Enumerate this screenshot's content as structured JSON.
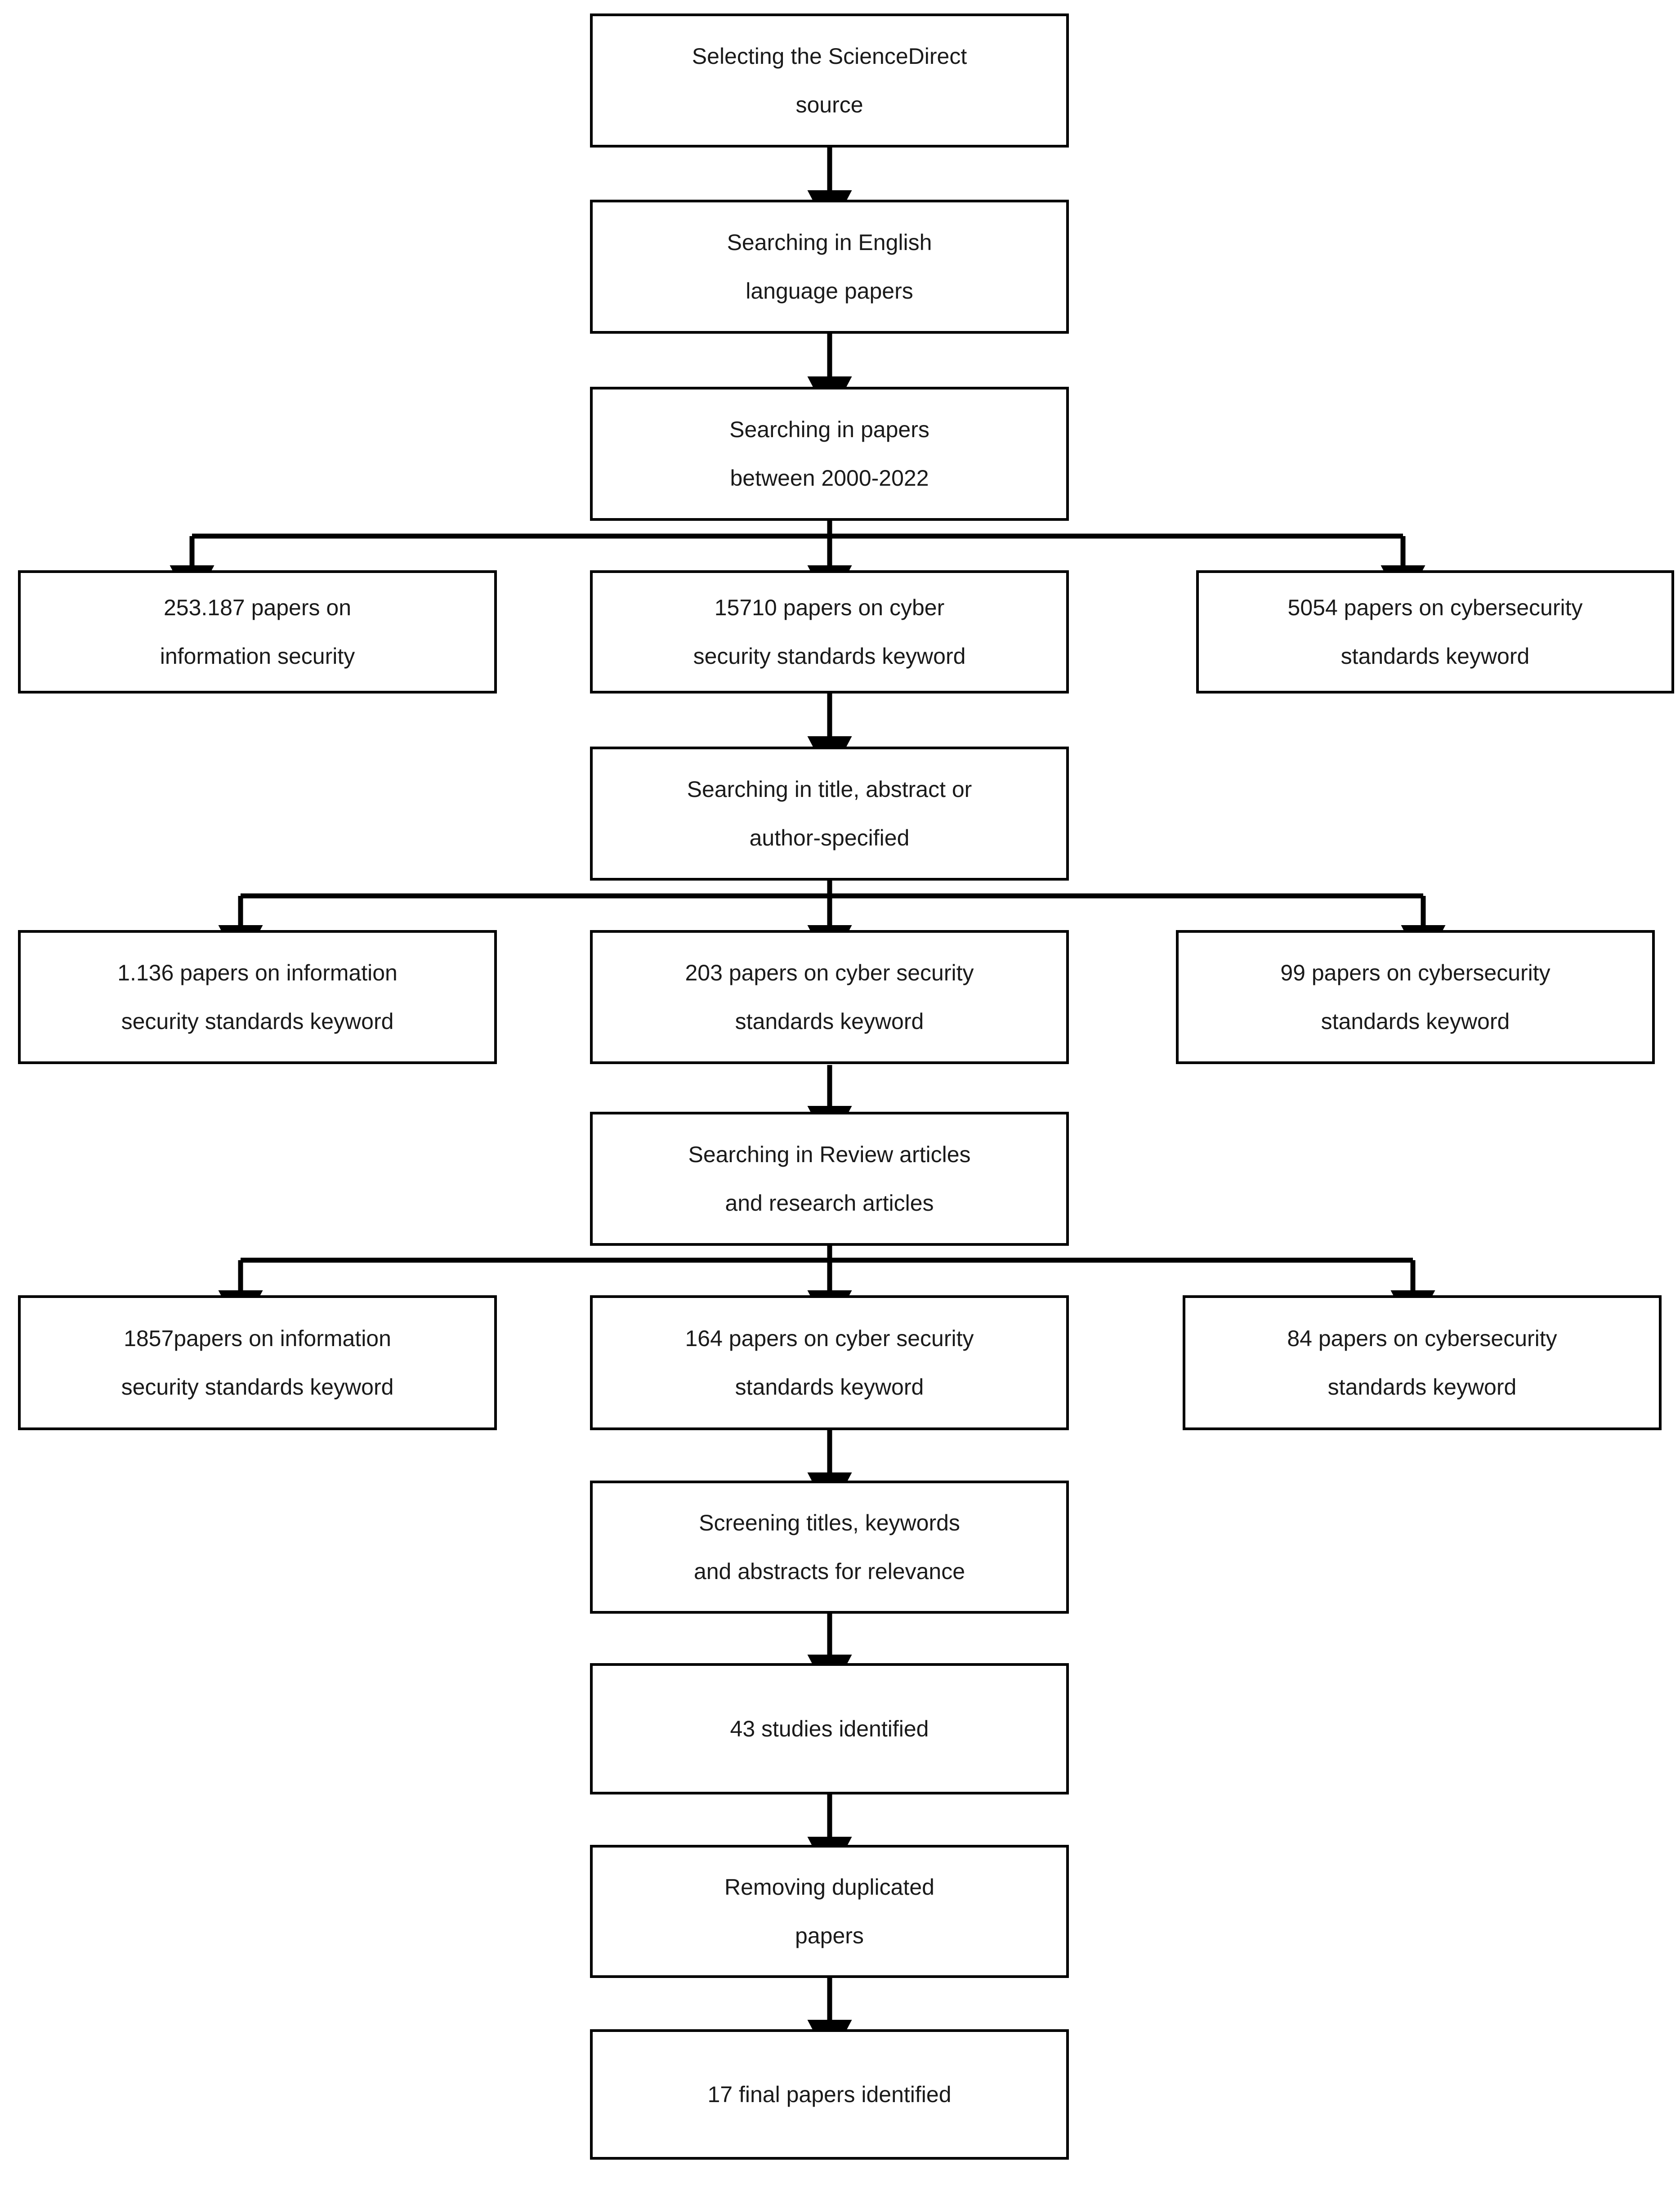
{
  "diagram": {
    "title": "Paper selection flow for cybersecurity standards literature review",
    "type": "flowchart",
    "colors": {
      "box_border": "#000000",
      "box_fill": "#ffffff",
      "connector": "#000000",
      "text": "#1a1a1a",
      "background": "#ffffff"
    },
    "nodes": [
      {
        "id": "source",
        "kind": "process",
        "lines": [
          "Selecting the ScienceDirect",
          "source"
        ]
      },
      {
        "id": "english",
        "kind": "process",
        "lines": [
          "Searching in English",
          "language papers"
        ]
      },
      {
        "id": "years",
        "kind": "process",
        "lines": [
          "Searching in papers",
          "between 2000-2022"
        ]
      },
      {
        "id": "r1-left",
        "kind": "result",
        "lines": [
          "253.187 papers on",
          "information security"
        ]
      },
      {
        "id": "r1-center",
        "kind": "result",
        "lines": [
          "15710 papers on cyber",
          "security standards keyword"
        ]
      },
      {
        "id": "r1-right",
        "kind": "result",
        "lines": [
          "5054 papers on cybersecurity",
          "standards keyword"
        ]
      },
      {
        "id": "title-abstract",
        "kind": "process",
        "lines": [
          "Searching in title, abstract or",
          "author-specified"
        ]
      },
      {
        "id": "r2-left",
        "kind": "result",
        "lines": [
          "1.136 papers on information",
          "security standards keyword"
        ]
      },
      {
        "id": "r2-center",
        "kind": "result",
        "lines": [
          "203 papers on cyber security",
          "standards keyword"
        ]
      },
      {
        "id": "r2-right",
        "kind": "result",
        "lines": [
          "99 papers on cybersecurity",
          "standards keyword"
        ]
      },
      {
        "id": "article-types",
        "kind": "process",
        "lines": [
          "Searching in Review articles",
          "and research articles"
        ]
      },
      {
        "id": "r3-left",
        "kind": "result",
        "lines": [
          "1857papers on information",
          "security standards keyword"
        ]
      },
      {
        "id": "r3-center",
        "kind": "result",
        "lines": [
          "164 papers on cyber security",
          "standards keyword"
        ]
      },
      {
        "id": "r3-right",
        "kind": "result",
        "lines": [
          "84 papers on cybersecurity",
          "standards keyword"
        ]
      },
      {
        "id": "screening",
        "kind": "process",
        "lines": [
          "Screening titles, keywords",
          "and abstracts for relevance"
        ]
      },
      {
        "id": "identified",
        "kind": "result",
        "lines": [
          "43 studies identified"
        ]
      },
      {
        "id": "dedupe",
        "kind": "process",
        "lines": [
          "Removing duplicated",
          "papers"
        ]
      },
      {
        "id": "final",
        "kind": "result",
        "lines": [
          "17 final papers identified"
        ]
      }
    ]
  }
}
